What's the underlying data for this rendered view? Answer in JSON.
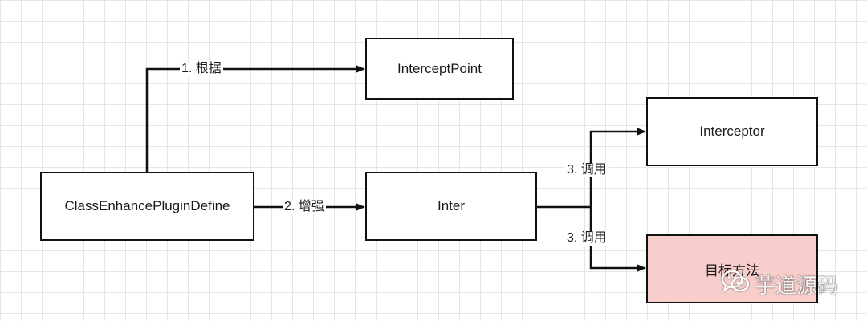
{
  "nodes": {
    "class_enhance": {
      "label": "ClassEnhancePluginDefine"
    },
    "intercept_point": {
      "label": "InterceptPoint"
    },
    "inter": {
      "label": "Inter"
    },
    "interceptor": {
      "label": "Interceptor"
    },
    "target_method": {
      "label": "目标方法",
      "color": "#f8cecc"
    }
  },
  "edges": {
    "according": {
      "label": "1. 根据"
    },
    "enhance": {
      "label": "2. 增强"
    },
    "call_interceptor": {
      "label": "3. 调用"
    },
    "call_target": {
      "label": "3. 调用"
    }
  },
  "watermark": {
    "text": "芋道源码",
    "icon": "wechat-icon"
  }
}
